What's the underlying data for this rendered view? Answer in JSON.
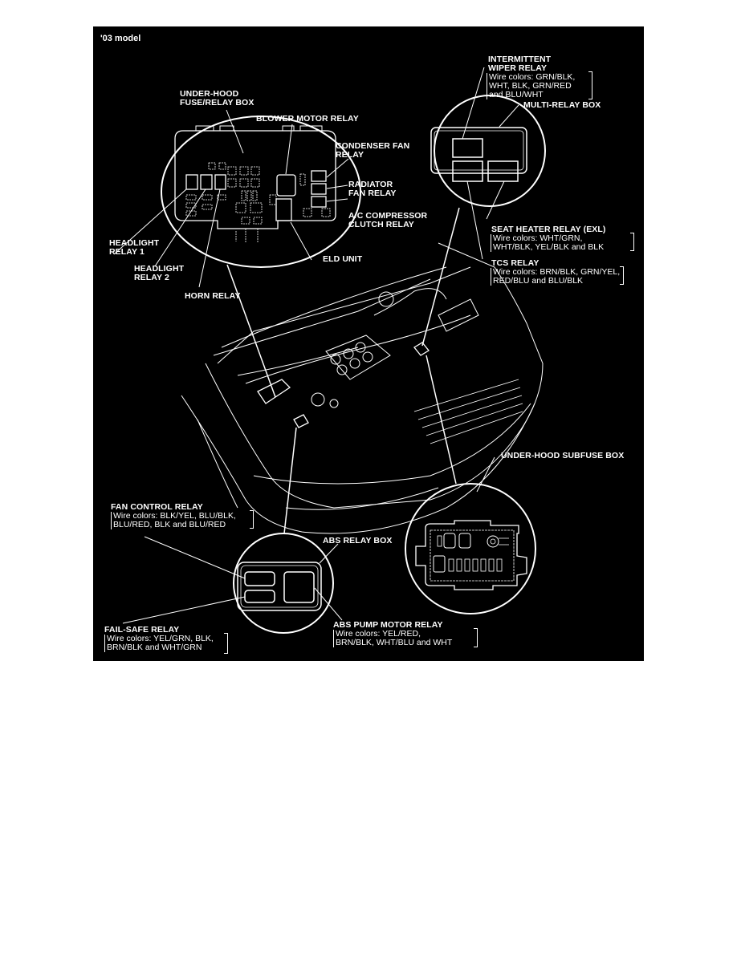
{
  "figure": {
    "title": "'03 model",
    "background_color": "#000000",
    "line_color": "#ffffff"
  },
  "components": {
    "under_hood_fuse_relay_box": {
      "label_line1": "UNDER-HOOD",
      "label_line2": "FUSE/RELAY BOX"
    },
    "blower_motor_relay": {
      "label": "BLOWER MOTOR RELAY"
    },
    "condenser_fan_relay": {
      "label_line1": "CONDENSER FAN",
      "label_line2": "RELAY"
    },
    "radiator_fan_relay": {
      "label_line1": "RADIATOR",
      "label_line2": "FAN RELAY"
    },
    "ac_compressor_clutch_relay": {
      "label_line1": "A/C COMPRESSOR",
      "label_line2": "CLUTCH RELAY"
    },
    "eld_unit": {
      "label": "ELD UNIT"
    },
    "headlight_relay_1": {
      "label_line1": "HEADLIGHT",
      "label_line2": "RELAY 1"
    },
    "headlight_relay_2": {
      "label_line1": "HEADLIGHT",
      "label_line2": "RELAY 2"
    },
    "horn_relay": {
      "label": "HORN RELAY"
    },
    "intermittent_wiper_relay": {
      "label_line1": "INTERMITTENT",
      "label_line2": "WIPER RELAY",
      "wire_line1": "Wire colors: GRN/BLK,",
      "wire_line2": "WHT, BLK, GRN/RED",
      "wire_line3": "and BLU/WHT"
    },
    "multi_relay_box": {
      "label": "MULTI-RELAY BOX"
    },
    "seat_heater_relay": {
      "label": "SEAT HEATER RELAY (EXL)",
      "wire_line1": "Wire colors: WHT/GRN,",
      "wire_line2": "WHT/BLK, YEL/BLK and BLK"
    },
    "tcs_relay": {
      "label": "TCS RELAY",
      "wire_line1": "Wire colors: BRN/BLK, GRN/YEL,",
      "wire_line2": "RED/BLU and BLU/BLK"
    },
    "under_hood_subfuse_box": {
      "label": "UNDER-HOOD SUBFUSE BOX"
    },
    "fan_control_relay": {
      "label": "FAN CONTROL RELAY",
      "wire_line1": "Wire colors: BLK/YEL, BLU/BLK,",
      "wire_line2": "BLU/RED, BLK and BLU/RED"
    },
    "abs_relay_box": {
      "label": "ABS RELAY BOX"
    },
    "fail_safe_relay": {
      "label": "FAIL-SAFE RELAY",
      "wire_line1": "Wire colors: YEL/GRN, BLK,",
      "wire_line2": "BRN/BLK and WHT/GRN"
    },
    "abs_pump_motor_relay": {
      "label": "ABS PUMP MOTOR RELAY",
      "wire_line1": "Wire colors: YEL/RED,",
      "wire_line2": "BRN/BLK, WHT/BLU and WHT"
    }
  }
}
